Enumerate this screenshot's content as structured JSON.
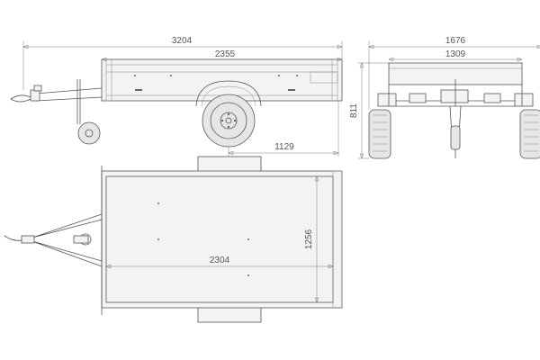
{
  "dimensions": {
    "overall_length": "3204",
    "body_length": "2355",
    "overall_width": "1676",
    "body_width": "1309",
    "height": "811",
    "axle_offset": "1129",
    "inner_length": "2304",
    "inner_width": "1256"
  },
  "colors": {
    "line": "#555555",
    "dimension": "#777777",
    "fill": "#f3f3f3"
  }
}
